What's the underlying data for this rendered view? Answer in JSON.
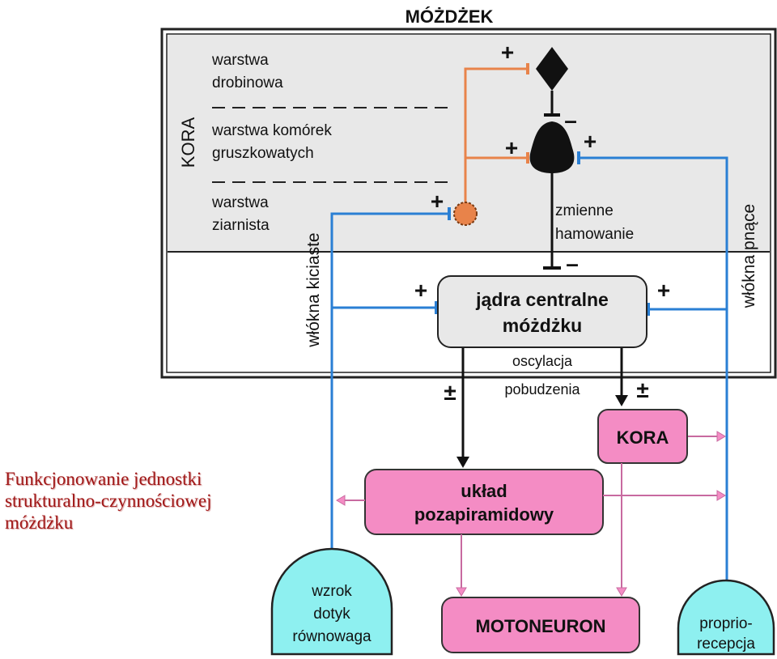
{
  "title": "MÓŻDŻEK",
  "cortex_label": "KORA",
  "layers": {
    "molecular": [
      "warstwa",
      "drobinowa"
    ],
    "purkinje": [
      "warstwa komórek",
      "gruszkowatych"
    ],
    "granular": [
      "warstwa",
      "ziarnista"
    ]
  },
  "fibers": {
    "mossy": "włókna kiciaste",
    "climbing": "włókna pnące"
  },
  "nuclei": [
    "jądra centralne",
    "móżdżku"
  ],
  "inhibition": [
    "zmienne",
    "hamowanie"
  ],
  "oscillation": [
    "oscylacja",
    "pobudzenia"
  ],
  "boxes": {
    "cortex": "KORA",
    "extrapyramidal": [
      "układ",
      "pozapiramidowy"
    ],
    "motoneuron": "MOTONEURON"
  },
  "inputs": {
    "senses": [
      "wzrok",
      "dotyk",
      "równowaga"
    ],
    "proprioception": [
      "proprio-",
      "recepcja"
    ]
  },
  "signs": {
    "plus": "+",
    "minus": "–",
    "plusminus": "±"
  },
  "caption": [
    "Funkcjonowanie jednostki",
    "strukturalno-czynnościowej",
    "móżdżku"
  ],
  "colors": {
    "cortex_bg": "#e8e8e8",
    "fiber_blue": "#2a7fd4",
    "parallel_orange": "#e8834a",
    "pink_box": "#f48cc4",
    "cyan_input": "#8ef0f0",
    "caption_red": "#a01818"
  }
}
